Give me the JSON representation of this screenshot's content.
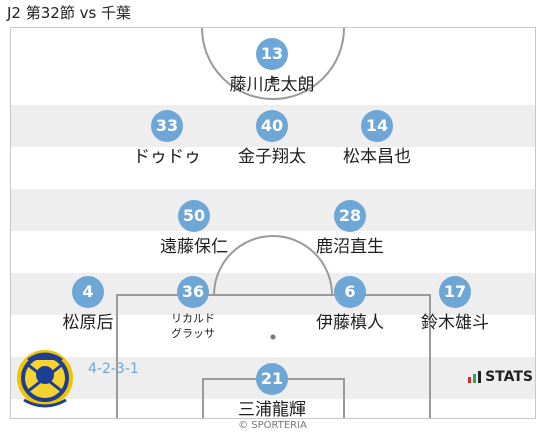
{
  "header": {
    "title": "J2 第32節 vs 千葉"
  },
  "lineup": {
    "formation": "4-2-3-1",
    "players": [
      {
        "number": "13",
        "name": "藤川虎太朗"
      },
      {
        "number": "33",
        "name": "ドゥドゥ"
      },
      {
        "number": "40",
        "name": "金子翔太"
      },
      {
        "number": "14",
        "name": "松本昌也"
      },
      {
        "number": "50",
        "name": "遠藤保仁"
      },
      {
        "number": "28",
        "name": "鹿沼直生"
      },
      {
        "number": "4",
        "name": "松原后"
      },
      {
        "number": "36",
        "name_line1": "リカルド",
        "name_line2": "グラッサ"
      },
      {
        "number": "6",
        "name": "伊藤槙人"
      },
      {
        "number": "17",
        "name": "鈴木雄斗"
      },
      {
        "number": "21",
        "name": "三浦龍輝"
      }
    ]
  },
  "branding": {
    "stats_logo": "STATS",
    "copyright": "© SPORTERIA"
  },
  "colors": {
    "number_badge": "#6ea6d6",
    "formation_text": "#6ea6d6",
    "stripe": "#eeeeee"
  },
  "icons": {
    "crest": "club-crest-icon",
    "stats": "stats-bars-icon"
  }
}
